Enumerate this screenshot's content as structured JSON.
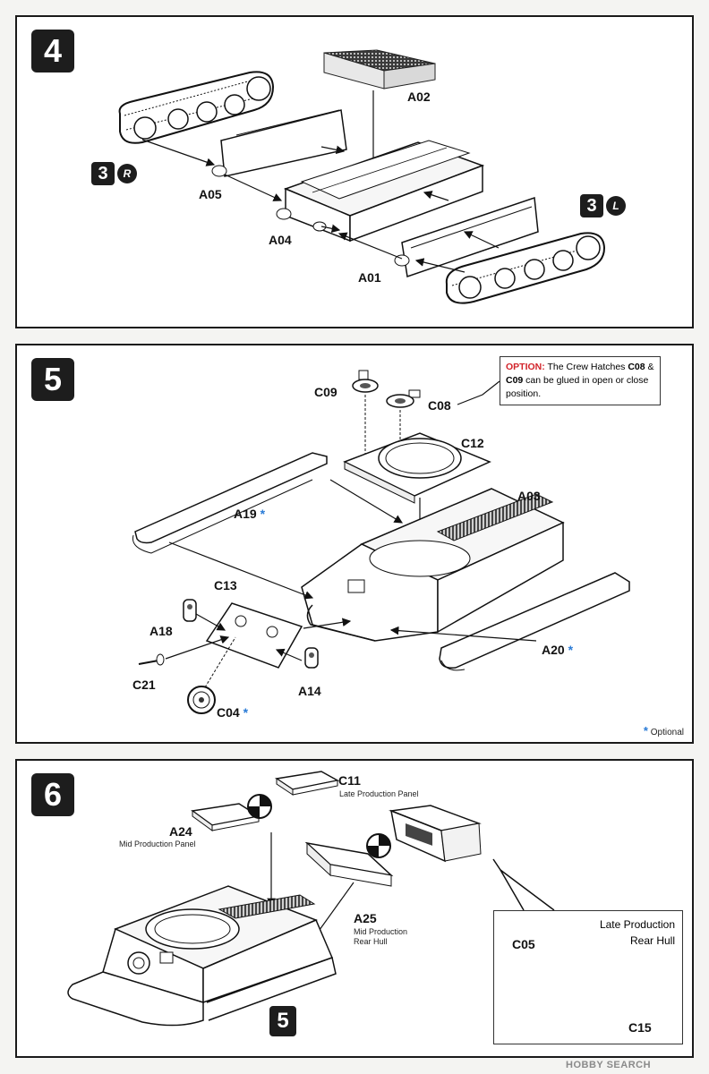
{
  "step4": {
    "number": "4",
    "labels": {
      "a02": "A02",
      "a05": "A05",
      "a04": "A04",
      "a01": "A01"
    },
    "ref_right": {
      "step": "3",
      "side": "R"
    },
    "ref_left": {
      "step": "3",
      "side": "L"
    }
  },
  "step5": {
    "number": "5",
    "labels": {
      "c09": "C09",
      "c08": "C08",
      "c12": "C12",
      "a03": "A03",
      "a19": "A19",
      "a20": "A20",
      "c13": "C13",
      "a18": "A18",
      "c21": "C21",
      "a14": "A14",
      "c04": "C04"
    },
    "option": {
      "title": "OPTION:",
      "text_a": " The Crew Hatches ",
      "part_a": "C08",
      "text_b": " & ",
      "part_b": "C09",
      "text_c": " can be glued in open or close position."
    },
    "optional_star": "*",
    "optional_note": "Optional"
  },
  "step6": {
    "number": "6",
    "labels": {
      "c11": "C11",
      "c11_sub": "Late Production Panel",
      "a24": "A24",
      "a24_sub": "Mid Production Panel",
      "a25": "A25",
      "a25_sub_1": "Mid Production",
      "a25_sub_2": "Rear Hull",
      "late_title_1": "Late Production",
      "late_title_2": "Rear Hull",
      "c05": "C05",
      "c15": "C15"
    },
    "ref_step": "5"
  },
  "watermark": "HOBBY SEARCH"
}
